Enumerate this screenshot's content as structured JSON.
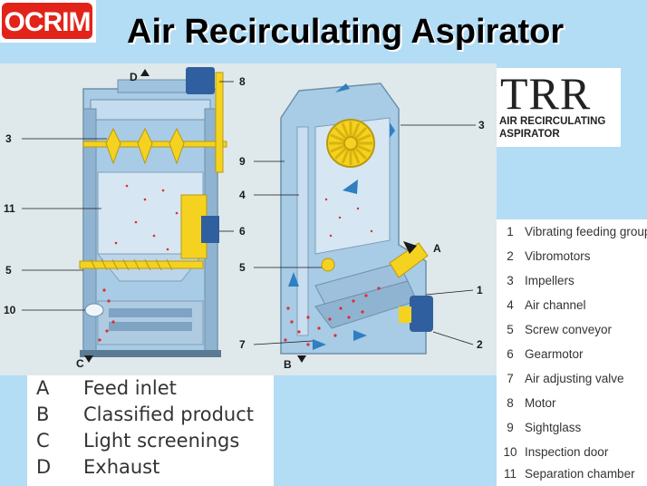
{
  "logo_text": "OCRIM",
  "title": "Air Recirculating Aspirator",
  "trr_logo": {
    "code": "TRR",
    "name_line1": "AIR RECIRCULATING",
    "name_line2": "ASPIRATOR"
  },
  "callouts": {
    "left": [
      "3",
      "11",
      "5",
      "10",
      "8",
      "6"
    ],
    "right": [
      "9",
      "4",
      "5",
      "7",
      "3",
      "1",
      "2"
    ],
    "flow": [
      "D",
      "C",
      "A",
      "B"
    ]
  },
  "legend_numbered": [
    {
      "num": "1",
      "label": "Vibrating feeding group"
    },
    {
      "num": "2",
      "label": "Vibromotors"
    },
    {
      "num": "3",
      "label": "Impellers"
    },
    {
      "num": "4",
      "label": "Air channel"
    },
    {
      "num": "5",
      "label": "Screw conveyor"
    },
    {
      "num": "6",
      "label": "Gearmotor"
    },
    {
      "num": "7",
      "label": "Air adjusting valve"
    },
    {
      "num": "8",
      "label": "Motor"
    },
    {
      "num": "9",
      "label": "Sightglass"
    },
    {
      "num": "10",
      "label": "Inspection door"
    },
    {
      "num": "11",
      "label": "Separation chamber"
    }
  ],
  "legend_letters": [
    {
      "key": "A",
      "label": "Feed inlet"
    },
    {
      "key": "B",
      "label": "Classified product"
    },
    {
      "key": "C",
      "label": "Light screenings"
    },
    {
      "key": "D",
      "label": "Exhaust"
    }
  ],
  "colors": {
    "background": "#b3dcf5",
    "logo_red": "#e2231a",
    "machine_blue": "#a8cbe6",
    "yellow": "#f4d21f",
    "motor_blue": "#2f5f9e",
    "particle_red": "#e02c2c"
  }
}
